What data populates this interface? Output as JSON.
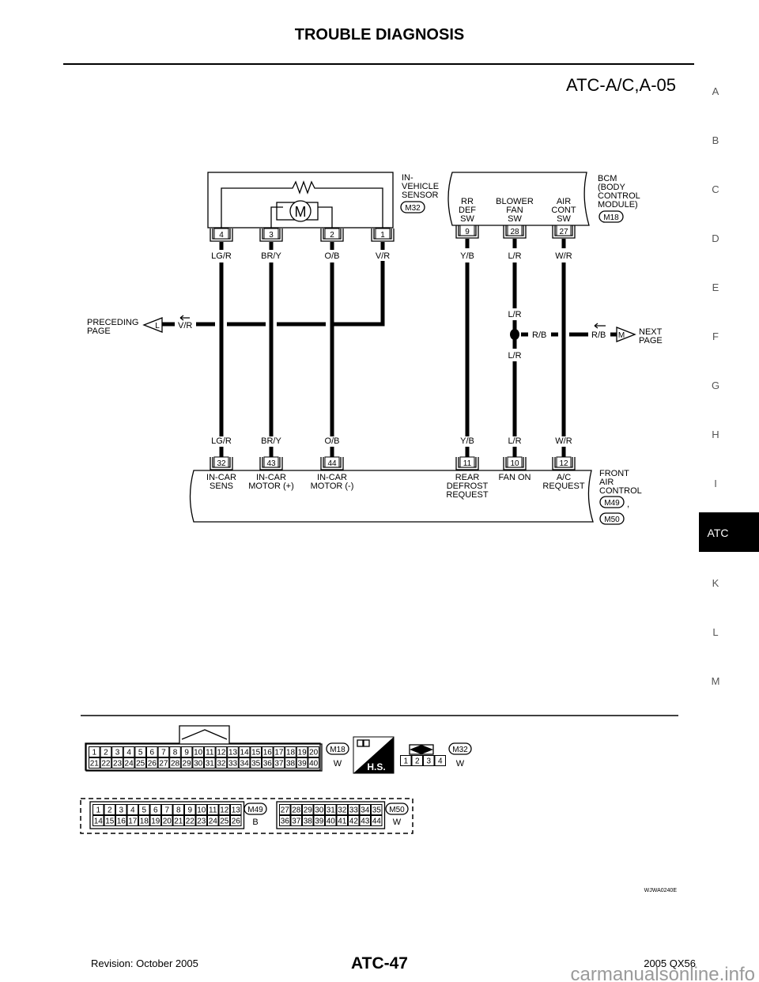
{
  "header": {
    "title": "TROUBLE DIAGNOSIS",
    "diagram_id": "ATC-A/C,A-05"
  },
  "side_index": [
    "A",
    "B",
    "C",
    "D",
    "E",
    "F",
    "G",
    "H",
    "I",
    "ATC",
    "K",
    "L",
    "M"
  ],
  "side_active": "ATC",
  "in_vehicle_sensor": {
    "name_lines": [
      "IN-",
      "VEHICLE",
      "SENSOR"
    ],
    "connector": "M32",
    "motor_label": "M",
    "terminals": [
      "4",
      "3",
      "2",
      "1"
    ],
    "wire_colors": [
      "LG/R",
      "BR/Y",
      "O/B",
      "V/R"
    ]
  },
  "bcm": {
    "name_lines": [
      "BCM",
      "(BODY",
      "CONTROL",
      "MODULE)"
    ],
    "connector": "M18",
    "functions": [
      [
        "RR",
        "DEF",
        "SW"
      ],
      [
        "BLOWER",
        "FAN",
        "SW"
      ],
      [
        "AIR",
        "CONT",
        "SW"
      ]
    ],
    "terminals": [
      "9",
      "28",
      "27"
    ],
    "wire_colors": [
      "Y/B",
      "L/R",
      "W/R"
    ]
  },
  "preceding": {
    "lines": [
      "PRECEDING",
      "PAGE"
    ],
    "marker": "L",
    "wire": "V/R"
  },
  "next": {
    "lines": [
      "NEXT",
      "PAGE"
    ],
    "marker": "M",
    "wire": "R/B"
  },
  "splice": {
    "upper": "L/R",
    "lower": "L/R",
    "branch": "R/B"
  },
  "front_air_control": {
    "name_lines": [
      "FRONT",
      "AIR",
      "CONTROL"
    ],
    "connectors": [
      "M49",
      "M50"
    ],
    "sep": ",",
    "wire_colors": [
      "LG/R",
      "BR/Y",
      "O/B",
      "Y/B",
      "L/R",
      "W/R"
    ],
    "terminals": [
      "32",
      "43",
      "44",
      "11",
      "10",
      "12"
    ],
    "functions": [
      [
        "IN-CAR",
        "SENS"
      ],
      [
        "IN-CAR",
        "MOTOR (+)"
      ],
      [
        "IN-CAR",
        "MOTOR (-)"
      ],
      [
        "REAR",
        "DEFROST",
        "REQUEST"
      ],
      [
        "FAN ON"
      ],
      [
        "A/C",
        "REQUEST"
      ]
    ]
  },
  "connector_views": {
    "m18": {
      "id": "M18",
      "color": "W",
      "rows": [
        [
          "1",
          "2",
          "3",
          "4",
          "5",
          "6",
          "7",
          "8",
          "9",
          "10",
          "11",
          "12",
          "13",
          "14",
          "15",
          "16",
          "17",
          "18",
          "19",
          "20"
        ],
        [
          "21",
          "22",
          "23",
          "24",
          "25",
          "26",
          "27",
          "28",
          "29",
          "30",
          "31",
          "32",
          "33",
          "34",
          "35",
          "36",
          "37",
          "38",
          "39",
          "40"
        ]
      ]
    },
    "hs": "H.S.",
    "m32": {
      "id": "M32",
      "color": "W",
      "rows": [
        [
          "1",
          "2",
          "3",
          "4"
        ]
      ]
    },
    "m49": {
      "id": "M49",
      "color": "B",
      "rows": [
        [
          "1",
          "2",
          "3",
          "4",
          "5",
          "6",
          "7",
          "8",
          "9",
          "10",
          "11",
          "12",
          "13"
        ],
        [
          "14",
          "15",
          "16",
          "17",
          "18",
          "19",
          "20",
          "21",
          "22",
          "23",
          "24",
          "25",
          "26"
        ]
      ]
    },
    "m50": {
      "id": "M50",
      "color": "W",
      "rows": [
        [
          "27",
          "28",
          "29",
          "30",
          "31",
          "32",
          "33",
          "34",
          "35"
        ],
        [
          "36",
          "37",
          "38",
          "39",
          "40",
          "41",
          "42",
          "43",
          "44"
        ]
      ]
    }
  },
  "figure_code": "WJWA0240E",
  "footer": {
    "revision": "Revision: October 2005",
    "page": "ATC-47",
    "model": "2005 QX56",
    "watermark": "carmanualsonline.info"
  }
}
